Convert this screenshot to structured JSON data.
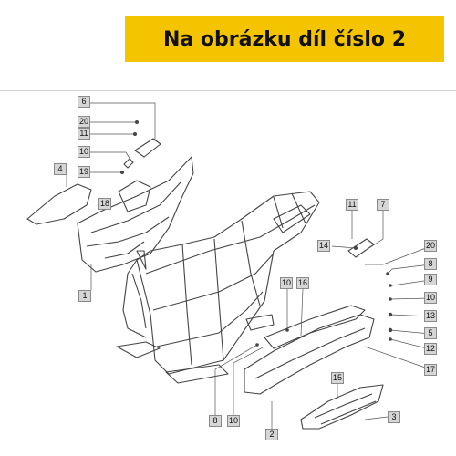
{
  "banner": {
    "text": "Na obrázku díl číslo 2",
    "color": "#f5c400"
  },
  "callouts": {
    "c6": "6",
    "c20a": "20",
    "c11a": "11",
    "c10a": "10",
    "c19": "19",
    "c18": "18",
    "c4": "4",
    "c1": "1",
    "c11b": "11",
    "c7": "7",
    "c14": "14",
    "c20b": "20",
    "c8a": "8",
    "c9": "9",
    "c10b": "10",
    "c13": "13",
    "c5": "5",
    "c12": "12",
    "c10c": "10",
    "c16": "16",
    "c17": "17",
    "c15": "15",
    "c3": "3",
    "c8b": "8",
    "c10d": "10",
    "c2": "2"
  }
}
